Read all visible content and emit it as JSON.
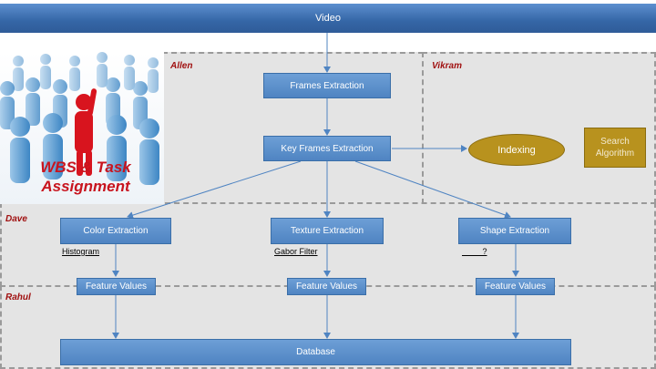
{
  "header": {
    "video": "Video"
  },
  "photo": {
    "title": "WBS & Task\nAssignment"
  },
  "lanes": {
    "allen": "Allen",
    "vikram": "Vikram",
    "dave": "Dave",
    "rahul": "Rahul"
  },
  "nodes": {
    "frames_extraction": "Frames Extraction",
    "key_frames_extraction": "Key Frames Extraction",
    "indexing": "Indexing",
    "search_algorithm": "Search\nAlgorithm",
    "color_extraction": "Color Extraction",
    "texture_extraction": "Texture Extraction",
    "shape_extraction": "Shape Extraction",
    "feature_values_1": "Feature Values",
    "feature_values_2": "Feature Values",
    "feature_values_3": "Feature Values",
    "database": "Database"
  },
  "notes": {
    "histogram": "Histogram",
    "gabor_filter": "Gabor Filter",
    "shape_method": "         ?"
  },
  "colors": {
    "lane_label": "#a01010",
    "node_blue": "#5b8fcc",
    "node_gold": "#b8921e",
    "arrow": "#4f84c2"
  }
}
